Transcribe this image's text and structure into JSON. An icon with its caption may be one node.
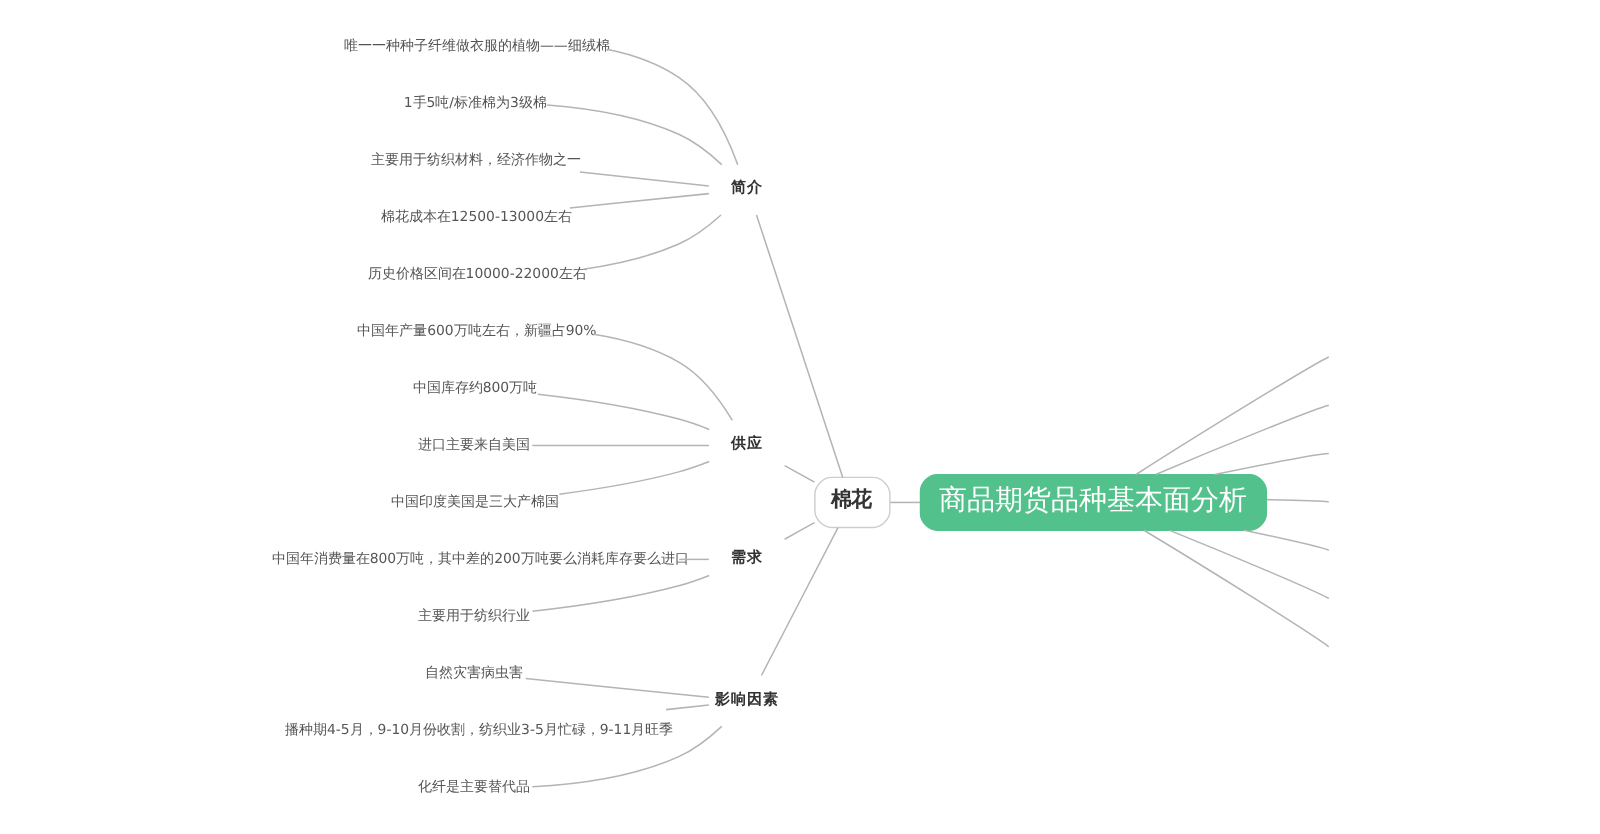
{
  "diagram": {
    "nodes": [
      {
        "text": [
          "商品期货品种基本面分析"
        ]
      },
      {
        "text": [
          "棉花"
        ]
      },
      {
        "text": [
          "简介"
        ]
      },
      {
        "text": [
          "唯一一种种子纤维做衣服的植物——细绒棉"
        ]
      },
      {
        "text": [
          "1手5吨/标准棉为3级棉"
        ]
      },
      {
        "text": [
          "主要用于纺织材料，经济作物之一"
        ]
      },
      {
        "text": [
          "棉花成本在12500-13000左右"
        ]
      },
      {
        "text": [
          "历史价格区间在10000-22000左右"
        ]
      },
      {
        "text": [
          "供应"
        ]
      },
      {
        "text": [
          "中国年产量600万吨左右，新疆占90%"
        ]
      },
      {
        "text": [
          "中国库存约800万吨"
        ]
      },
      {
        "text": [
          "进口主要来自美国"
        ]
      },
      {
        "text": [
          "中国印度美国是三大产棉国"
        ]
      },
      {
        "text": [
          "需求"
        ]
      },
      {
        "text": [
          "中国年消费量在800万吨，其中差的200万吨要么消耗库存要么进口"
        ]
      },
      {
        "text": [
          "主要用于纺织行业"
        ]
      },
      {
        "text": [
          "影响因素"
        ]
      },
      {
        "text": [
          "自然灾害病虫害"
        ]
      },
      {
        "text": [
          "播种期4-5月，9-10月份收割，纺织业3-5月忙碌，9-11月旺季"
        ]
      },
      {
        "text": [
          "化纤是主要替代品"
        ]
      }
    ],
    "edges": [
      {
        "from": 0,
        "to": 1,
        "arrow": "none"
      },
      {
        "from": 1,
        "to": 2,
        "arrow": "none"
      },
      {
        "from": 2,
        "to": 3,
        "arrow": "none"
      },
      {
        "from": 2,
        "to": 4,
        "arrow": "none"
      },
      {
        "from": 2,
        "to": 5,
        "arrow": "none"
      },
      {
        "from": 2,
        "to": 6,
        "arrow": "none"
      },
      {
        "from": 2,
        "to": 7,
        "arrow": "none"
      },
      {
        "from": 1,
        "to": 8,
        "arrow": "none"
      },
      {
        "from": 8,
        "to": 9,
        "arrow": "none"
      },
      {
        "from": 8,
        "to": 10,
        "arrow": "none"
      },
      {
        "from": 8,
        "to": 11,
        "arrow": "none"
      },
      {
        "from": 8,
        "to": 12,
        "arrow": "none"
      },
      {
        "from": 1,
        "to": 13,
        "arrow": "none"
      },
      {
        "from": 13,
        "to": 14,
        "arrow": "none"
      },
      {
        "from": 13,
        "to": 15,
        "arrow": "none"
      },
      {
        "from": 1,
        "to": 16,
        "arrow": "none"
      },
      {
        "from": 16,
        "to": 17,
        "arrow": "none"
      },
      {
        "from": 16,
        "to": 18,
        "arrow": "none"
      },
      {
        "from": 16,
        "to": 19,
        "arrow": "none"
      },
      {
        "from": 0,
        "to": null,
        "arrow": "none"
      },
      {
        "from": 0,
        "to": null,
        "arrow": "none"
      },
      {
        "from": 0,
        "to": null,
        "arrow": "none"
      },
      {
        "from": 0,
        "to": null,
        "arrow": "none"
      },
      {
        "from": 0,
        "to": null,
        "arrow": "none"
      },
      {
        "from": 0,
        "to": null,
        "arrow": "none"
      },
      {
        "from": 0,
        "to": null,
        "arrow": "none"
      }
    ]
  }
}
